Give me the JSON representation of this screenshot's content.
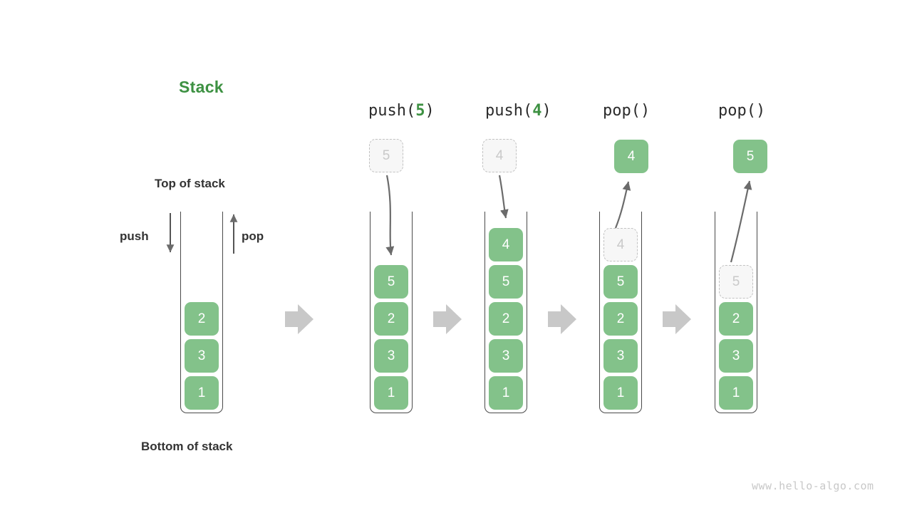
{
  "diagram": {
    "title": "Stack",
    "title_color": "#3d9142",
    "cell_color": "#83c28a",
    "ghost_color": "#c9c9c9",
    "tube_color": "#4a4a4a",
    "connector_color": "#c8c8c8",
    "watermark": "www.hello-algo.com"
  },
  "labels": {
    "top_of_stack": "Top of stack",
    "bottom_of_stack": "Bottom of stack",
    "push": "push",
    "pop": "pop"
  },
  "steps": [
    {
      "id": "initial",
      "caption_prefix": "",
      "caption_arg": "",
      "caption_suffix": "",
      "stack": [
        "2",
        "3",
        "1"
      ],
      "ghost_outside": null,
      "ghost_in_stack": null,
      "result_cell": null
    },
    {
      "id": "push-5",
      "caption_prefix": "push(",
      "caption_arg": "5",
      "caption_suffix": ")",
      "stack": [
        "5",
        "2",
        "3",
        "1"
      ],
      "ghost_outside": "5",
      "ghost_in_stack": null,
      "result_cell": null
    },
    {
      "id": "push-4",
      "caption_prefix": "push(",
      "caption_arg": "4",
      "caption_suffix": ")",
      "stack": [
        "4",
        "5",
        "2",
        "3",
        "1"
      ],
      "ghost_outside": "4",
      "ghost_in_stack": null,
      "result_cell": null
    },
    {
      "id": "pop-4",
      "caption_prefix": "pop(",
      "caption_arg": "",
      "caption_suffix": ")",
      "stack": [
        "5",
        "2",
        "3",
        "1"
      ],
      "ghost_outside": null,
      "ghost_in_stack": "4",
      "result_cell": "4"
    },
    {
      "id": "pop-5",
      "caption_prefix": "pop(",
      "caption_arg": "",
      "caption_suffix": ")",
      "stack": [
        "2",
        "3",
        "1"
      ],
      "ghost_outside": null,
      "ghost_in_stack": "5",
      "result_cell": "5"
    }
  ]
}
